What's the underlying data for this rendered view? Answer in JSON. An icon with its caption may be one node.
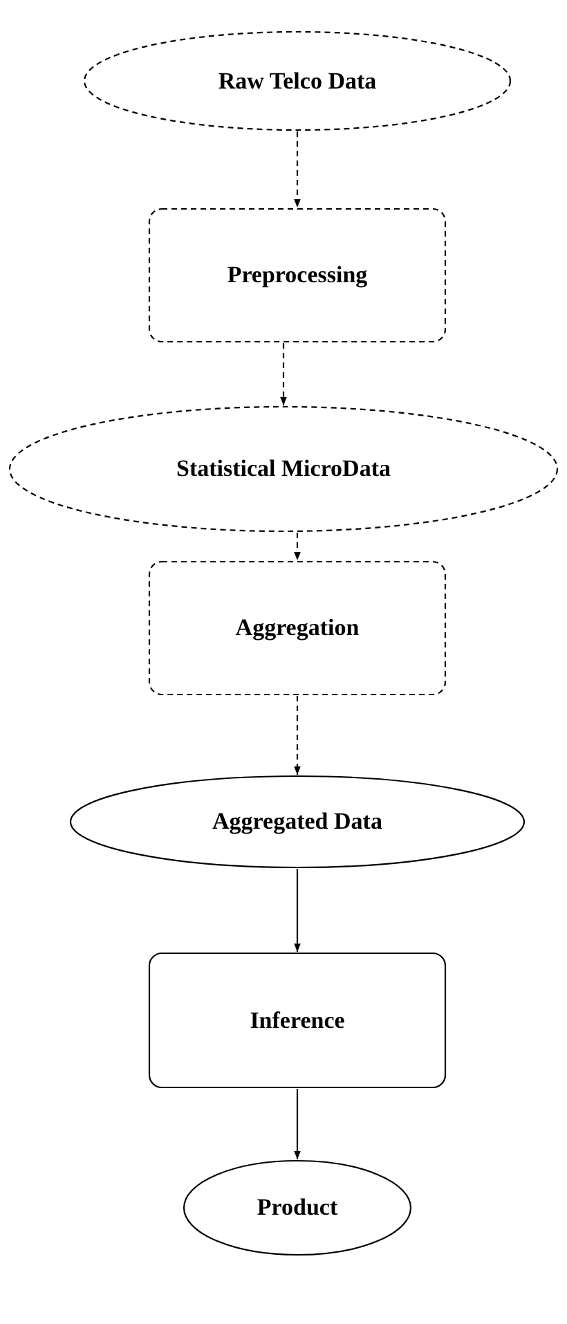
{
  "diagram": {
    "nodes": [
      {
        "text": [
          "Raw Telco Data"
        ]
      },
      {
        "text": [
          "Preprocessing"
        ]
      },
      {
        "text": [
          "Statistical MicroData"
        ]
      },
      {
        "text": [
          "Aggregation"
        ]
      },
      {
        "text": [
          "Aggregated Data"
        ]
      },
      {
        "text": [
          "Inference"
        ]
      },
      {
        "text": [
          "Product"
        ]
      }
    ],
    "edges": [
      {
        "from": 0,
        "to": 1,
        "arrow": "to",
        "style": "dashed"
      },
      {
        "from": 1,
        "to": 2,
        "arrow": "to",
        "style": "dashed"
      },
      {
        "from": 2,
        "to": 3,
        "arrow": "to",
        "style": "dashed"
      },
      {
        "from": 3,
        "to": 4,
        "arrow": "to",
        "style": "dashed"
      },
      {
        "from": 4,
        "to": 5,
        "arrow": "to"
      },
      {
        "from": 5,
        "to": 6,
        "arrow": "to"
      }
    ]
  }
}
